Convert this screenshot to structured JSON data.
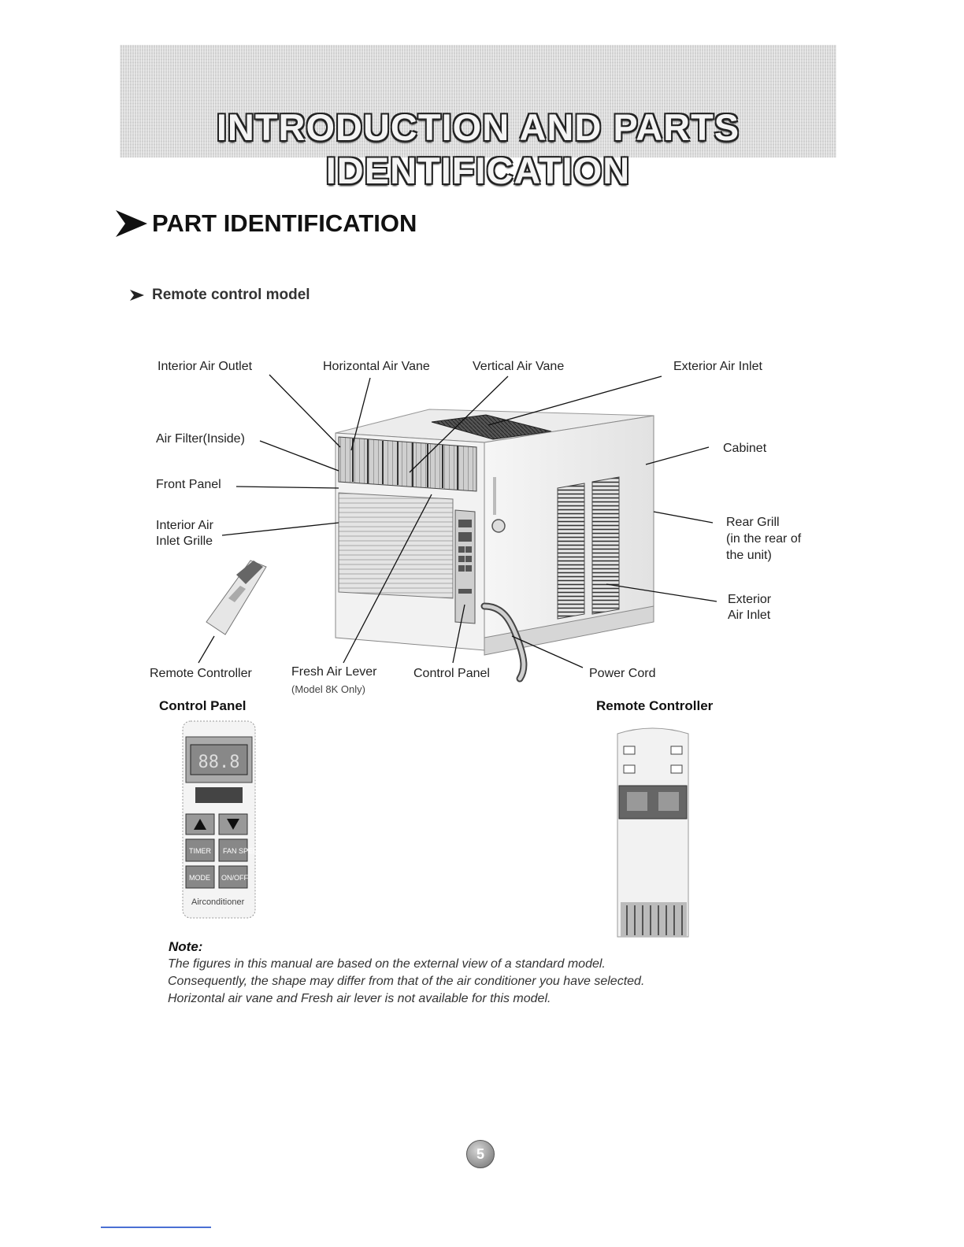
{
  "header": {
    "title": "INTRODUCTION AND PARTS IDENTIFICATION"
  },
  "section": {
    "heading": "PART IDENTIFICATION",
    "subheading": "Remote control model"
  },
  "diagram_labels": {
    "interior_air_outlet": "Interior Air Outlet",
    "horizontal_air_vane": "Horizontal Air Vane",
    "vertical_air_vane": "Vertical Air Vane",
    "exterior_air_inlet_top": "Exterior Air Inlet",
    "air_filter": "Air Filter(Inside)",
    "cabinet": "Cabinet",
    "front_panel": "Front Panel",
    "interior_air_inlet_grille_1": "Interior Air",
    "interior_air_inlet_grille_2": "Inlet Grille",
    "rear_grill_1": "Rear Grill",
    "rear_grill_2": "(in the rear of",
    "rear_grill_3": "the unit)",
    "exterior_air_inlet_1": "Exterior",
    "exterior_air_inlet_2": "Air Inlet",
    "remote_controller": "Remote Controller",
    "fresh_air_lever": "Fresh Air Lever",
    "fresh_air_lever_note": "(Model 8K Only)",
    "control_panel": "Control Panel",
    "power_cord": "Power Cord"
  },
  "figures": {
    "control_panel_caption": "Control Panel",
    "remote_controller_caption": "Remote Controller",
    "panel_buttons": [
      "TIMER",
      "FAN SPEED",
      "MODE",
      "ON/OFF"
    ],
    "panel_brand": "Airconditioner"
  },
  "note": {
    "title": "Note:",
    "lines": [
      "The figures in this manual are based on the external view of a standard model.",
      "Consequently, the shape may differ from that of the air conditioner you have selected.",
      "Horizontal air vane and Fresh air lever is  not  available  for this model."
    ]
  },
  "page_number": "5"
}
